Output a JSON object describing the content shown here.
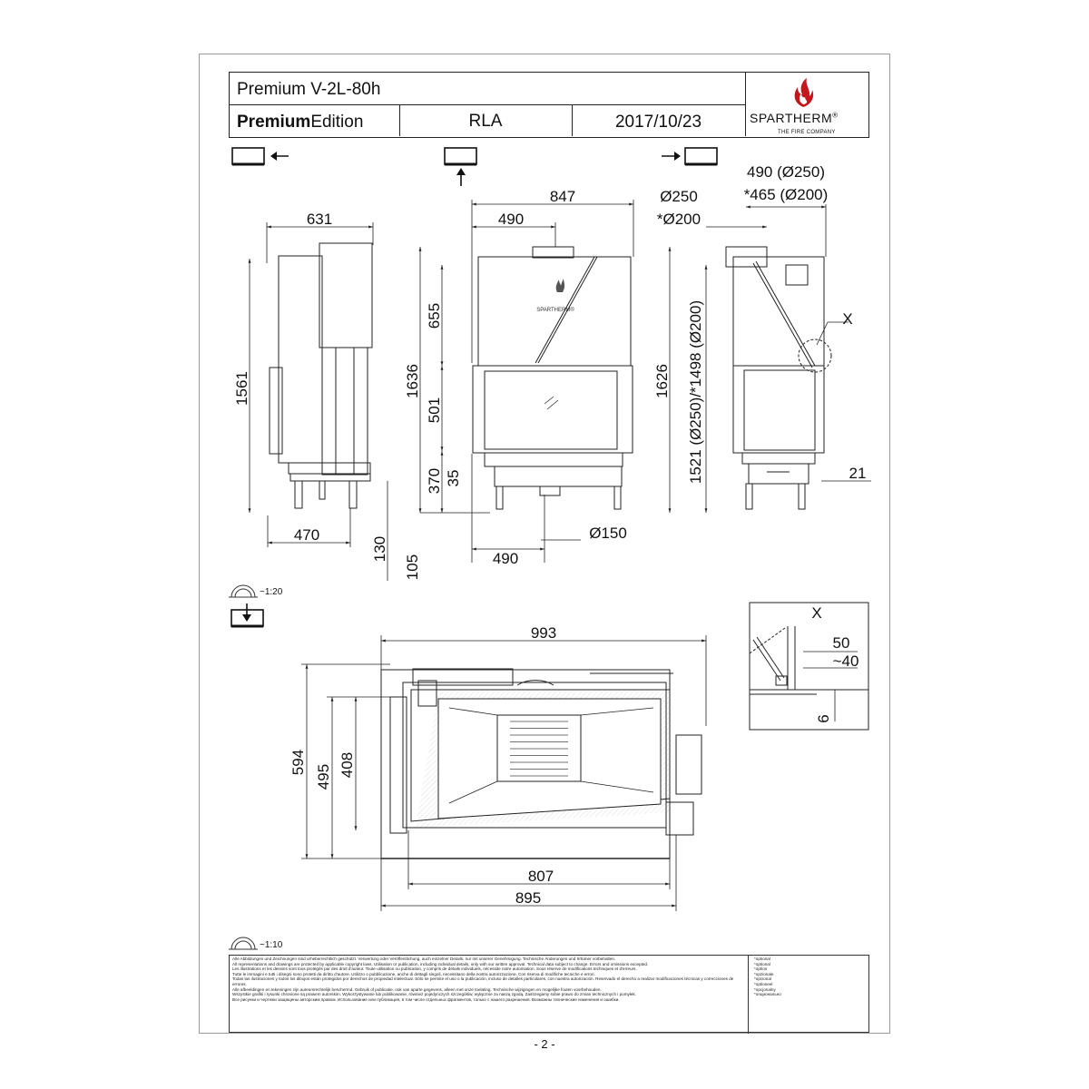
{
  "title_block": {
    "model": "Premium V-2L-80h",
    "edition_bold": "Premium",
    "edition_rest": "Edition",
    "variant": "RLA",
    "date": "2017/10/23",
    "brand": "SPARTHERM",
    "brand_mark": "®",
    "brand_sub": "THE FIRE COMPANY",
    "brand_color": "#c4161c"
  },
  "scales": {
    "views": "~1:20",
    "plan": "~1:10"
  },
  "view_icons": [
    "view-left-icon",
    "view-front-icon",
    "view-right-icon",
    "view-top-icon"
  ],
  "dimensions": {
    "side_width": "631",
    "side_height": "1561",
    "side_base": "470",
    "side_leg": "130",
    "front_width": "847",
    "front_offset": "490",
    "front_upper": "655",
    "front_total": "1636",
    "front_glass": "501",
    "front_base": "370",
    "front_base_small": "35",
    "front_bottom": "105",
    "front_bottom_offset": "490",
    "front_inlet": "Ø150",
    "flue_d1": "Ø250",
    "flue_d2": "*Ø200",
    "flue_off1": "490 (Ø250)",
    "flue_off2": "*465 (Ø200)",
    "right_height": "1626",
    "right_flue_height": "1521 (Ø250)/*1498 (Ø200)",
    "right_21": "21",
    "detail_mark": "X",
    "plan_width": "993",
    "plan_depth": "594",
    "plan_inner_depth": "495",
    "plan_firebox_depth": "408",
    "plan_inner_width": "807",
    "plan_width_2": "895",
    "detail_title": "X",
    "detail_50": "50",
    "detail_40": "~40",
    "detail_6": "6",
    "logo_small": "SPARTHERM®"
  },
  "disclaimer": [
    "Alle Abbildungen und Zeichnungen sind urheberrechtlich geschützt. Verwertung oder Veröffentlichung, auch einzelner Details, nur mit unserer Genehmigung. Technische Änderungen und Irrtümer vorbehalten.",
    "All representations and drawings are protected by applicable copyright laws. Utilisation or publication, including individual details, only with our written approval. Technical data subject to change. Errors and omissions excepted.",
    "Les illustrations et les dessins sont tous protégés par des droit d'auteur. Toute utilisation ou publication, y compris de détails individuels, nécessite notre autorisation. Sous réserve de modifications techniques et d'erreurs.",
    "Tutte le immagini e tutti i disegni sono protetti da diritto d'autore. Utilizzo o pubblicazione, anche di dettagli singoli, necessitano della nostra autorizzazione. Con riserva di modifiche tecniche e errori.",
    "Todas las ilustraciones y todos los dibujos están protegidos por derechos de propiedad intelectual. Sólo se permite el uso o la publicación, incluso de detalles particulares, con nuestra autorización. Reservado el derecho a realizar modificaciones técnicas y correcciones de errores.",
    "Alle afbeeldingen en tekeningen zijn auteursrechtelijk beschermd. Gebruik of publicatie, ook van aparte gegevens, alleen met onze toelating. Technische wijzigingen en mogelijke fouten voorbehouden.",
    "Wszystkie grafiki i rysunki chronione są prawem autorskim. Wykorzystywanie lub publikowanie, również pojedynczych szczegółów, wyłącznie za naszą zgodą. Zastrzegamy sobie prawo do zmian technicznych i pomyłek.",
    "Все рисунки и чертежи защищены авторским правом. Использование или публикация, в том числе отдельных фрагментов, только с нашего разрешения. Возможны технические изменения и ошибки."
  ],
  "disclaimer_notes": [
    "*optional",
    "*optional",
    "*option",
    "*opzionale",
    "*opcional",
    "*optioneel",
    "*opcjonalny",
    "*опционально"
  ],
  "page_number": "- 2 -"
}
